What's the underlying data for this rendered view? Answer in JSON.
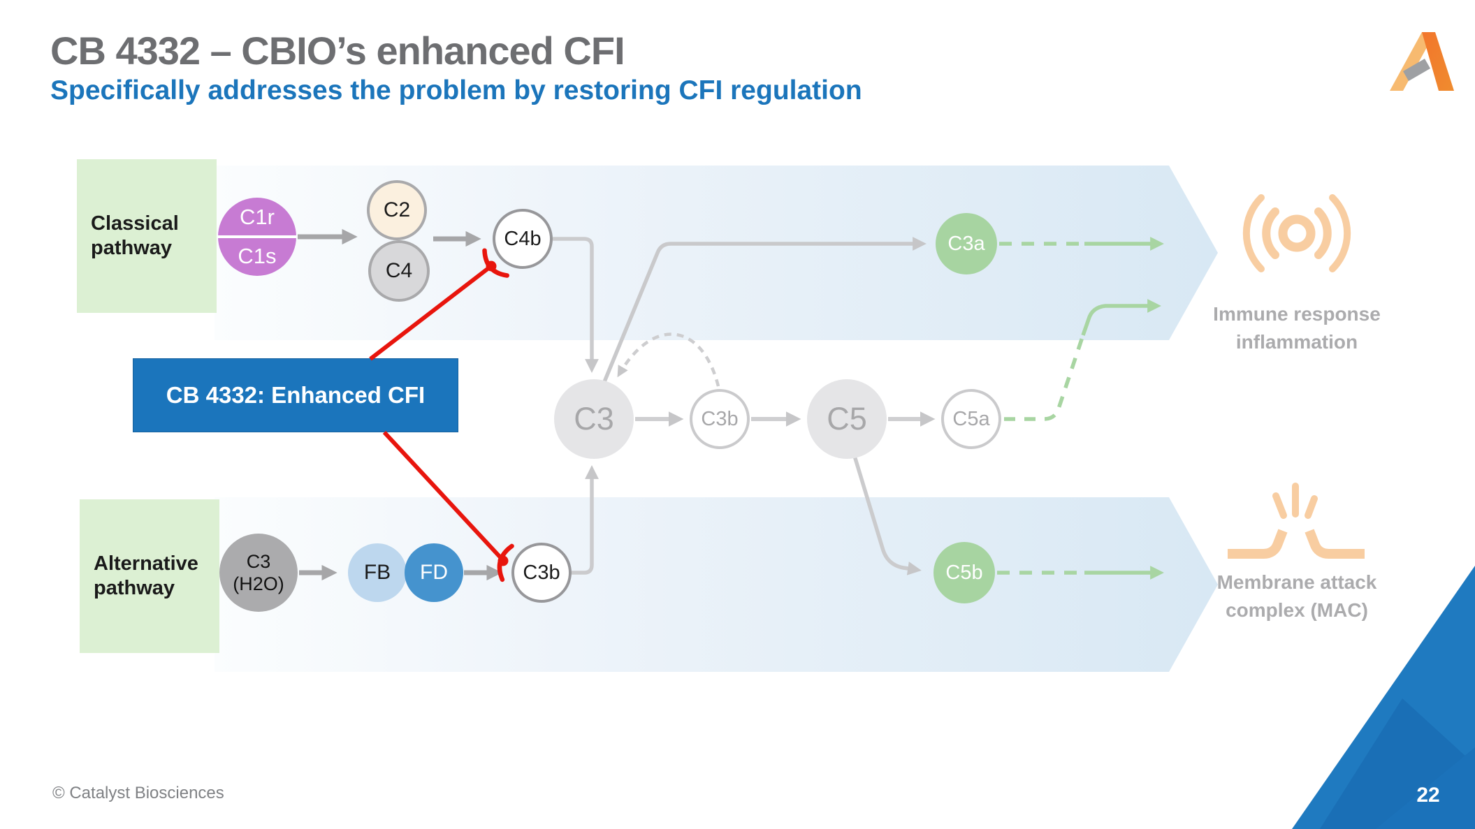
{
  "slide": {
    "title": "CB 4332 – CBIO’s enhanced CFI",
    "subtitle": "Specifically addresses the problem by restoring CFI regulation",
    "footer": "© Catalyst Biosciences",
    "page_number": "22"
  },
  "pathway_labels": {
    "classical": {
      "line1": "Classical",
      "line2": "pathway"
    },
    "alternative": {
      "line1": "Alternative",
      "line2": "pathway"
    }
  },
  "nodes": {
    "c1r": "C1r",
    "c1s": "C1s",
    "c2": "C2",
    "c4": "C4",
    "c4b": "C4b",
    "c3_h2o_line1": "C3",
    "c3_h2o_line2": "(H2O)",
    "fb": "FB",
    "fd": "FD",
    "c3b_alt": "C3b",
    "c3": "C3",
    "c3b_mid": "C3b",
    "c5": "C5",
    "c5a": "C5a",
    "c3a": "C3a",
    "c5b": "C5b"
  },
  "callout": {
    "label": "CB 4332: Enhanced CFI"
  },
  "outcomes": {
    "immune": {
      "line1": "Immune response",
      "line2": "inflammation",
      "icon": "radiating-signal-icon"
    },
    "mac": {
      "line1": "Membrane attack",
      "line2": "complex (MAC)",
      "icon": "membrane-pore-icon"
    }
  },
  "logo": {
    "icon": "catalyst-a-logo"
  },
  "colors": {
    "title_gray": "#6D6E71",
    "subtitle_blue": "#1B75BB",
    "callout_blue": "#1B75BC",
    "pathway_green_bg": "#DCF0D3",
    "band_blue": "#D8E8F4",
    "node_purple": "#C77BD3",
    "node_cream": "#FBF0DF",
    "node_gray": "#D8D8DA",
    "node_dark_gray": "#ABABAD",
    "node_light_blue": "#BDD7EE",
    "node_blue": "#4593CE",
    "node_green": "#A7D4A1",
    "arrow_gray": "#A6A6A8",
    "arrow_light_gray": "#CBCBCD",
    "arrow_green": "#A8D5A2",
    "inhibitor_red": "#E8150D",
    "icon_orange": "#F8CDA1",
    "corner_blue": "#1C75BC"
  }
}
